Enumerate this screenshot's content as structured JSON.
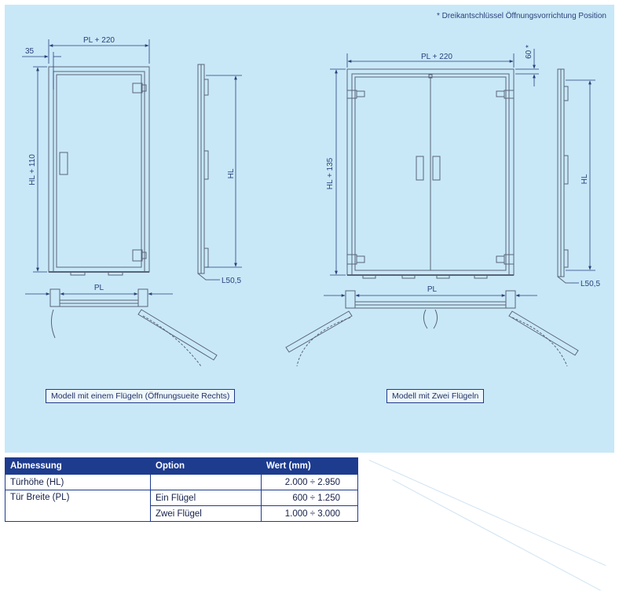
{
  "note": "* Dreikantschlüssel Öffnungsvorrichtung Position",
  "single": {
    "dim_top": "PL + 220",
    "dim_left_offset": "35",
    "dim_height": "HL + 110",
    "dim_side": "HL",
    "dim_side_bottom": "L50,5",
    "dim_plan": "PL",
    "caption": "Modell mit einem Flügeln (Öffnungsueite Rechts)"
  },
  "double": {
    "dim_top": "PL + 220",
    "dim_right_offset": "60 *",
    "dim_height": "HL + 135",
    "dim_side": "HL",
    "dim_side_bottom": "L50,5",
    "dim_plan": "PL",
    "caption": "Modell mit Zwei Flügeln"
  },
  "table": {
    "headers": [
      "Abmessung",
      "Option",
      "Wert (mm)"
    ],
    "rows": [
      {
        "label": "Türhöhe (HL)",
        "option": "",
        "value": "2.000 ÷ 2.950"
      },
      {
        "label": "Tür Breite (PL)",
        "option": "Ein Flügel",
        "value": "600 ÷ 1.250"
      },
      {
        "label": "",
        "option": "Zwei Flügel",
        "value": "1.000 ÷ 3.000"
      }
    ]
  },
  "colors": {
    "panel": "#c8e8f8",
    "line": "#5a6478",
    "dim": "#2a3f7a",
    "header": "#1e3c8e"
  }
}
